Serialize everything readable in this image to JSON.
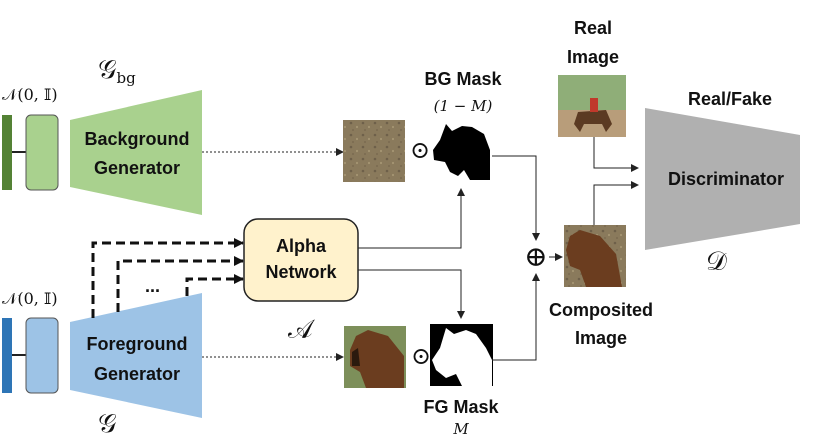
{
  "noise": {
    "top": "𝒩(0, 𝕀)",
    "bottom": "𝒩(0, 𝕀)"
  },
  "generators": {
    "bg_symbol": "𝒢",
    "bg_subscript": "bg",
    "bg_line1": "Background",
    "bg_line2": "Generator",
    "fg_symbol": "𝒢",
    "fg_line1": "Foreground",
    "fg_line2": "Generator"
  },
  "alpha": {
    "line1": "Alpha",
    "line2": "Network",
    "symbol": "𝒜",
    "ellipsis": "..."
  },
  "masks": {
    "bg_title": "BG Mask",
    "bg_formula": "(1 − M)",
    "fg_title": "FG Mask",
    "fg_formula": "M"
  },
  "ops": {
    "multiply": "⊙",
    "add": "⊕"
  },
  "real": {
    "line1": "Real",
    "line2": "Image"
  },
  "composited": {
    "line1": "Composited",
    "line2": "Image"
  },
  "discriminator": {
    "label": "Discriminator",
    "output": "Real/Fake",
    "symbol": "𝒟"
  },
  "colors": {
    "bg_generator": "#a9d18e",
    "fg_generator": "#9dc3e6",
    "alpha_fill": "#fff2cc",
    "discriminator": "#b0b0b0",
    "bg_noise_bar": "#548235",
    "fg_noise_bar": "#2e75b6"
  }
}
